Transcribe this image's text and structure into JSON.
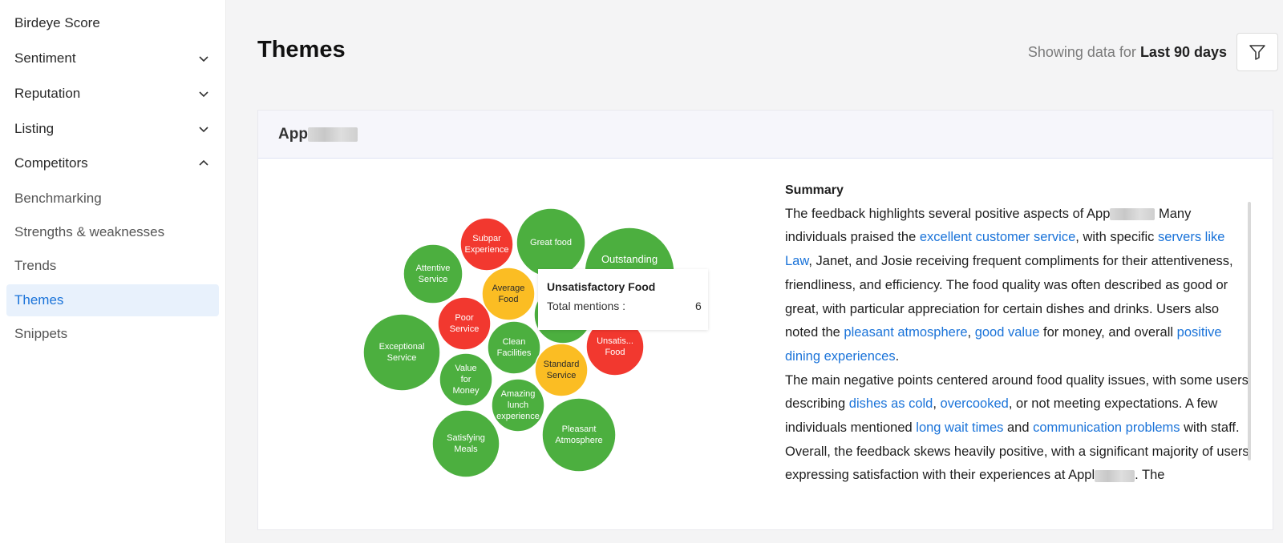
{
  "sidebar": {
    "items": [
      {
        "label": "Birdeye Score"
      },
      {
        "label": "Sentiment"
      },
      {
        "label": "Reputation"
      },
      {
        "label": "Listing"
      },
      {
        "label": "Competitors"
      },
      {
        "label": "Benchmarking"
      },
      {
        "label": "Strengths & weaknesses"
      },
      {
        "label": "Trends"
      },
      {
        "label": "Themes"
      },
      {
        "label": "Snippets"
      }
    ],
    "active": "Themes"
  },
  "header": {
    "title": "Themes",
    "showing_prefix": "Showing data for",
    "showing_range": "Last 90 days",
    "filter_icon": "filter-icon"
  },
  "card": {
    "title_visible": "App"
  },
  "colors": {
    "positive": "#4caf3f",
    "negative": "#f2382f",
    "neutral": "#fbbd23",
    "accent": "#1a73d9",
    "active_bg": "#e8f1fc"
  },
  "chart_data": {
    "type": "bubble",
    "bubbles": [
      {
        "label": "Subpar\nExperience",
        "sentiment": "negative"
      },
      {
        "label": "Great food",
        "sentiment": "positive"
      },
      {
        "label": "Outstanding",
        "sentiment": "positive"
      },
      {
        "label": "Attentive\nService",
        "sentiment": "positive"
      },
      {
        "label": "Average\nFood",
        "sentiment": "neutral"
      },
      {
        "label": "",
        "sentiment": "positive"
      },
      {
        "label": "Poor\nService",
        "sentiment": "negative"
      },
      {
        "label": "Clean\nFacilities",
        "sentiment": "positive"
      },
      {
        "label": "Unsatis...\nFood",
        "sentiment": "negative"
      },
      {
        "label": "Exceptional\nService",
        "sentiment": "positive"
      },
      {
        "label": "Standard\nService",
        "sentiment": "neutral"
      },
      {
        "label": "Value\nfor\nMoney",
        "sentiment": "positive"
      },
      {
        "label": "Amazing\nlunch\nexperience",
        "sentiment": "positive"
      },
      {
        "label": "Pleasant\nAtmosphere",
        "sentiment": "positive"
      },
      {
        "label": "Satisfying\nMeals",
        "sentiment": "positive"
      }
    ],
    "tooltip": {
      "title": "Unsatisfactory Food",
      "label": "Total mentions :",
      "value": "6"
    }
  },
  "summary": {
    "heading": "Summary",
    "p1": {
      "t1": "The feedback highlights several positive aspects of App",
      "t2": " Many individuals praised the ",
      "l1": "excellent customer service",
      "t3": ", with specific ",
      "l2": "servers like Law",
      "t4": ", Janet, and Josie receiving frequent compliments for their attentiveness, friendliness, and efficiency. The food quality was often described as good or great, with particular appreciation for certain dishes and drinks. Users also noted the ",
      "l3": "pleasant atmosphere",
      "t5": ", ",
      "l4": "good value",
      "t6": " for money, and overall ",
      "l5": "positive dining experiences",
      "t7": "."
    },
    "p2": {
      "t1": "The main negative points centered around food quality issues, with some users describing ",
      "l1": "dishes as cold",
      "t2": ", ",
      "l2": "overcooked",
      "t3": ", or not meeting expectations. A few individuals mentioned ",
      "l3": "long wait times",
      "t4": " and ",
      "l4": "communication problems",
      "t5": " with staff."
    },
    "p3": {
      "t1": "Overall, the feedback skews heavily positive, with a significant majority of users expressing satisfaction with their experiences at Appl",
      "t2": ". The"
    }
  }
}
